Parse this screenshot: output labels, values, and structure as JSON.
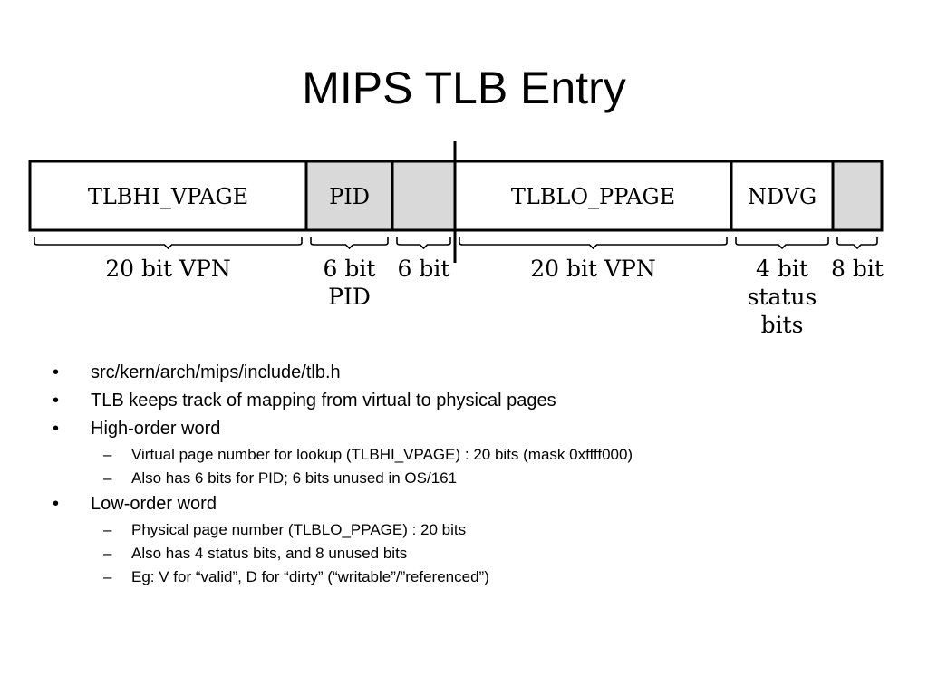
{
  "title": "MIPS TLB Entry",
  "diagram": {
    "fields": [
      {
        "label": "TLBHI_VPAGE",
        "shaded": false
      },
      {
        "label": "PID",
        "shaded": true
      },
      {
        "label": "",
        "shaded": true
      },
      {
        "label": "TLBLO_PPAGE",
        "shaded": false
      },
      {
        "label": "NDVG",
        "shaded": false
      },
      {
        "label": "",
        "shaded": true
      }
    ],
    "widths": [
      {
        "lines": [
          "20 bit VPN"
        ]
      },
      {
        "lines": [
          "6 bit",
          "PID"
        ]
      },
      {
        "lines": [
          "6 bit"
        ]
      },
      {
        "lines": [
          "20 bit VPN"
        ]
      },
      {
        "lines": [
          "4 bit",
          "status",
          "bits"
        ]
      },
      {
        "lines": [
          "8 bit"
        ]
      }
    ],
    "colors": {
      "shaded": "#d9d9d9",
      "border": "#000000"
    }
  },
  "bullets": [
    {
      "text": "src/kern/arch/mips/include/tlb.h",
      "sub": []
    },
    {
      "text": "TLB keeps track of mapping from virtual to physical pages",
      "sub": []
    },
    {
      "text": "High-order word",
      "sub": [
        "Virtual page number for lookup (TLBHI_VPAGE) : 20 bits (mask 0xffff000)",
        "Also has 6 bits for PID; 6 bits unused in OS/161"
      ]
    },
    {
      "text": "Low-order word",
      "sub": [
        "Physical page number (TLBLO_PPAGE) : 20 bits",
        "Also has 4 status bits, and 8 unused bits",
        "Eg: V for “valid”, D for “dirty” (“writable”/”referenced”)"
      ]
    }
  ]
}
